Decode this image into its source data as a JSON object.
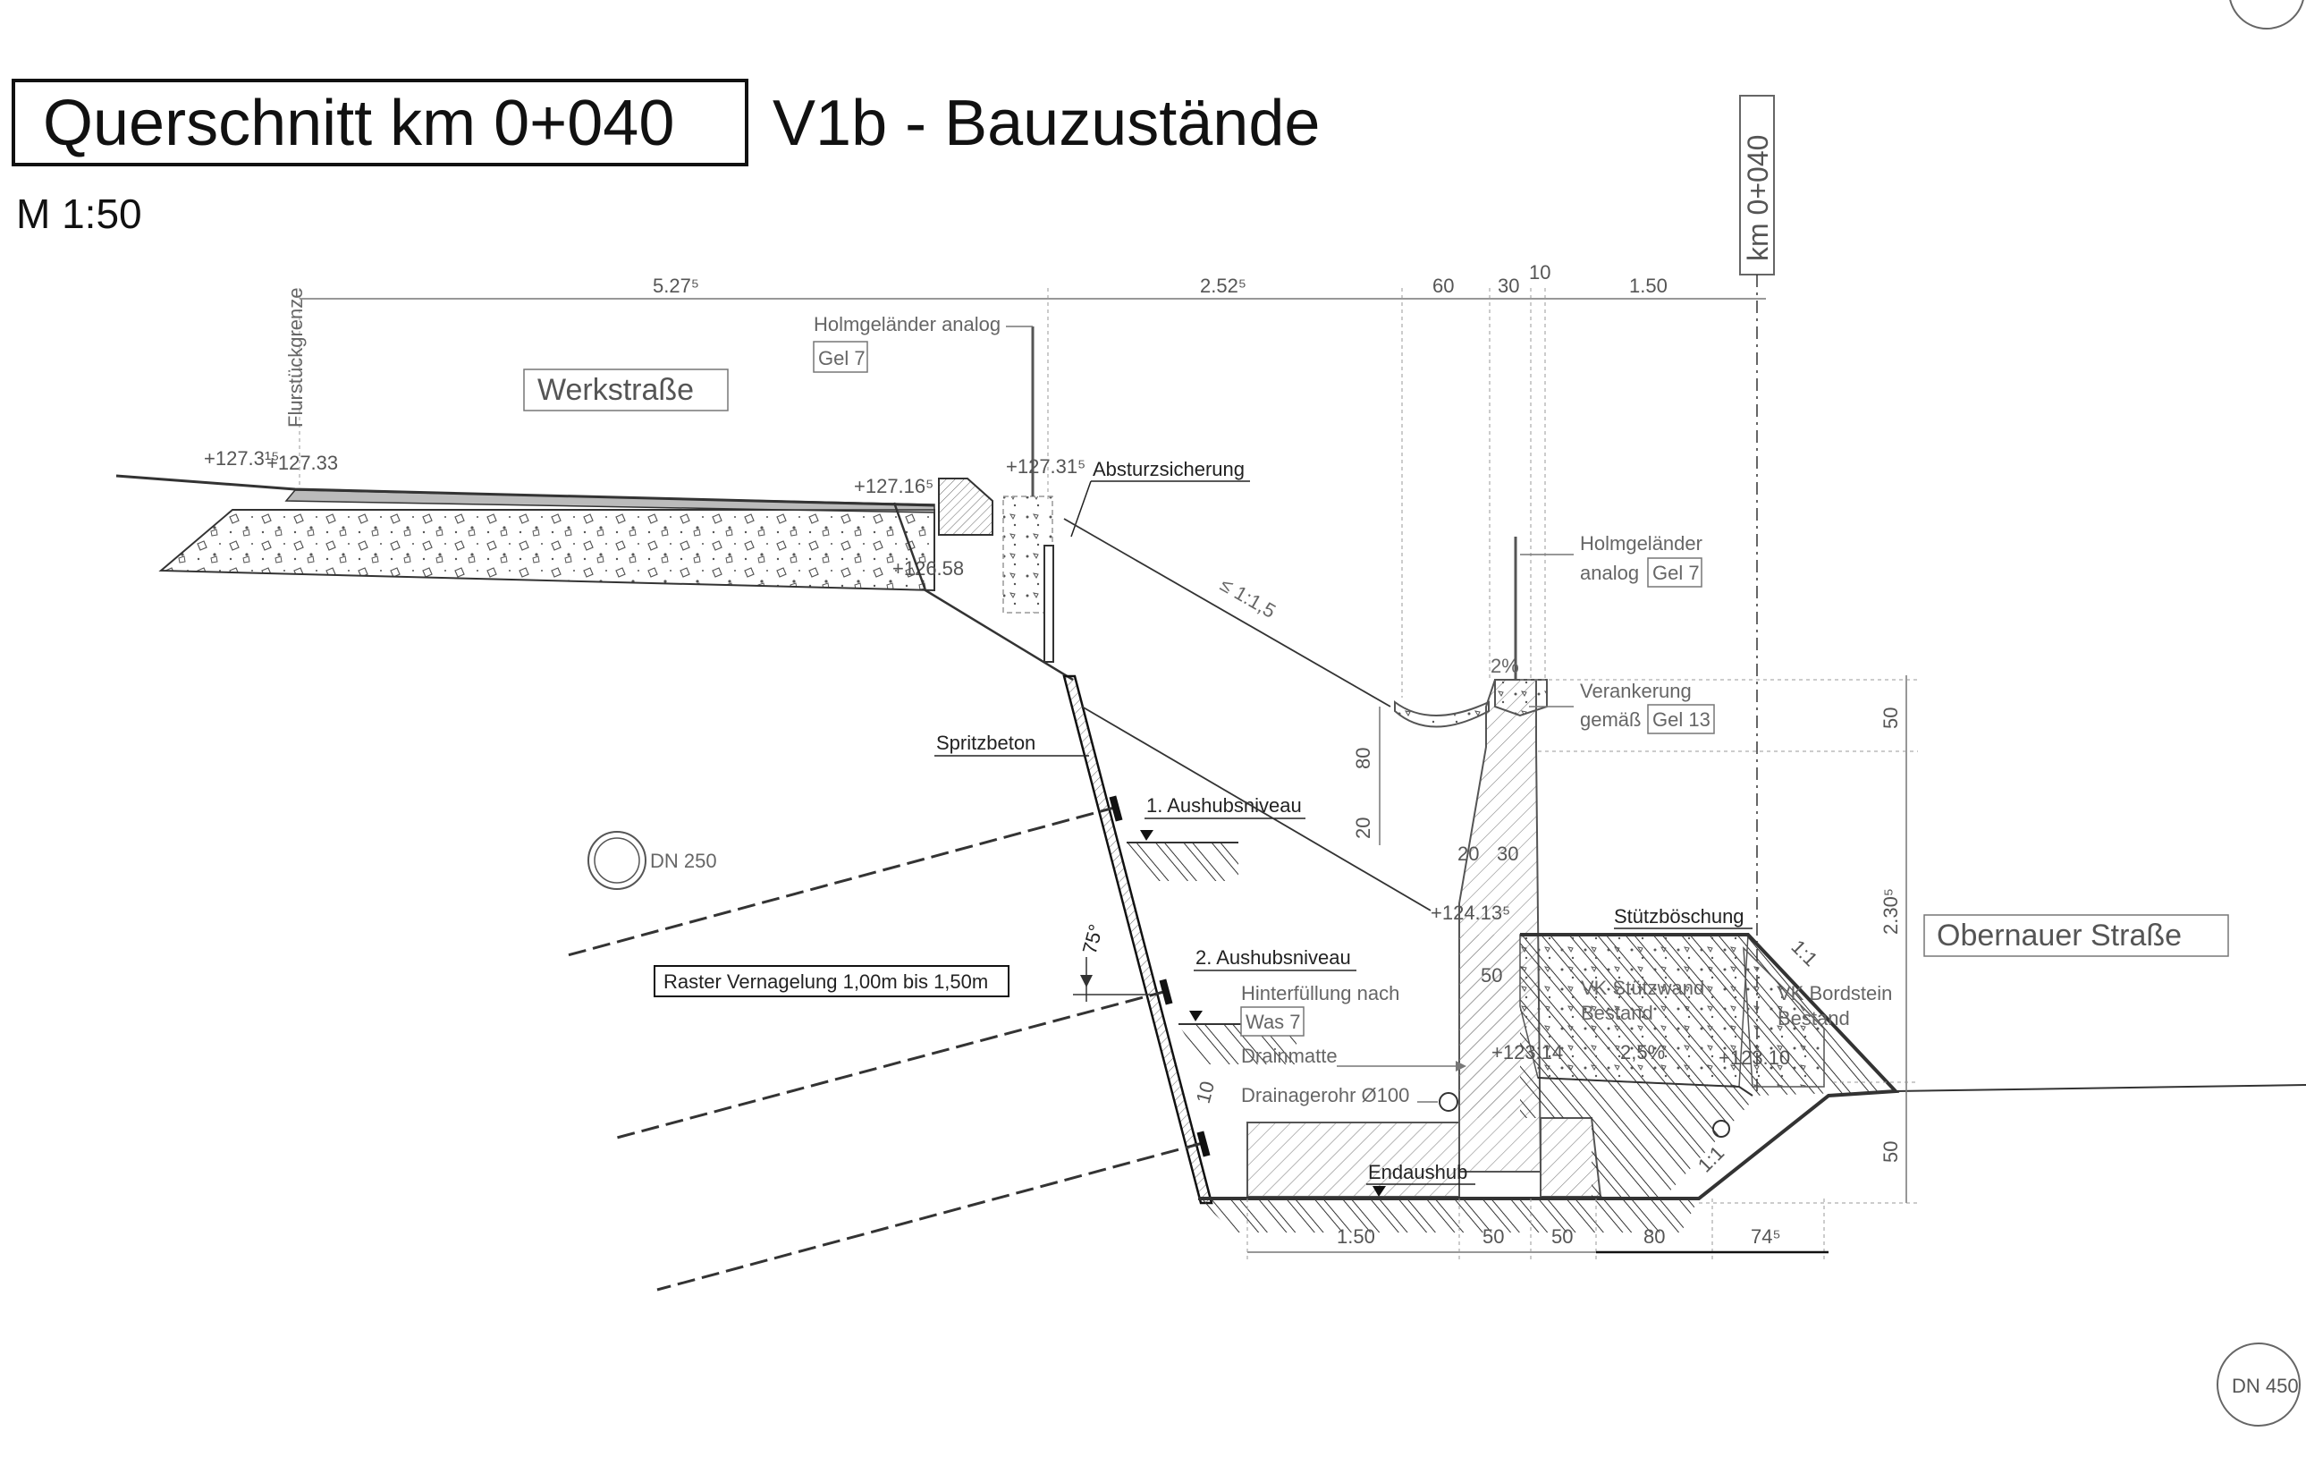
{
  "header": {
    "title_box": "Querschnitt km 0+040",
    "title": "V1b - Bauzustände",
    "scale": "M 1:50",
    "station": "km 0+040"
  },
  "dimensions": {
    "top": [
      "5.27⁵",
      "2.52⁵",
      "60",
      "30",
      "10",
      "1.50"
    ],
    "right": [
      "50",
      "2.30⁵",
      "50"
    ],
    "wall": [
      "80",
      "20",
      "20",
      "30",
      "50",
      "10"
    ],
    "bottom": [
      "1.50",
      "50",
      "50",
      "80",
      "74⁵"
    ]
  },
  "elevations": [
    "+127.3¹⁵",
    "+127.33",
    "+127.16⁵",
    "+127.31⁵",
    "+126.58",
    "+124.13⁵",
    "+123.14",
    "+123.10"
  ],
  "streets": {
    "left": "Werkstraße",
    "right": "Obernauer Straße"
  },
  "labels": {
    "boundary": "Flurstückgrenze",
    "railing_left_1": "Holmgeländer analog",
    "railing_left_ref": "Gel 7",
    "fall_protection": "Absturzsicherung",
    "slope_top": "≤ 1:1,5",
    "railing_right_1": "Holmgeländer",
    "railing_right_2": "analog",
    "railing_right_ref": "Gel 7",
    "cross_fall_1": "2%",
    "anchor_1": "Verankerung",
    "anchor_2": "gemäß",
    "anchor_ref": "Gel 13",
    "shotcrete": "Spritzbeton",
    "excavation_1": "1. Aushubsniveau",
    "excavation_2": "2. Aushubsniveau",
    "pipe_small": "DN 250",
    "angle": "75°",
    "nailing": "Raster Vernagelung  1,00m bis 1,50m",
    "backfill_1": "Hinterfüllung nach",
    "backfill_ref": "Was 7",
    "drain_mat": "Drainmatte",
    "drain_pipe": "Drainagerohr Ø100",
    "final_excavation": "Endaushub",
    "support_slope": "Stützböschung",
    "wall_1": "VK Stützwand",
    "wall_2": "Bestand",
    "curb_1": "VK Bordstein",
    "curb_2": "Bestand",
    "cross_fall_2": "2,5%",
    "slope_1": "1:1",
    "slope_2": "1:1",
    "pipe_large": "DN 450"
  },
  "colors": {
    "line": "#333333",
    "text": "#111111",
    "grey_text": "#666666",
    "hatch": "#555555"
  }
}
